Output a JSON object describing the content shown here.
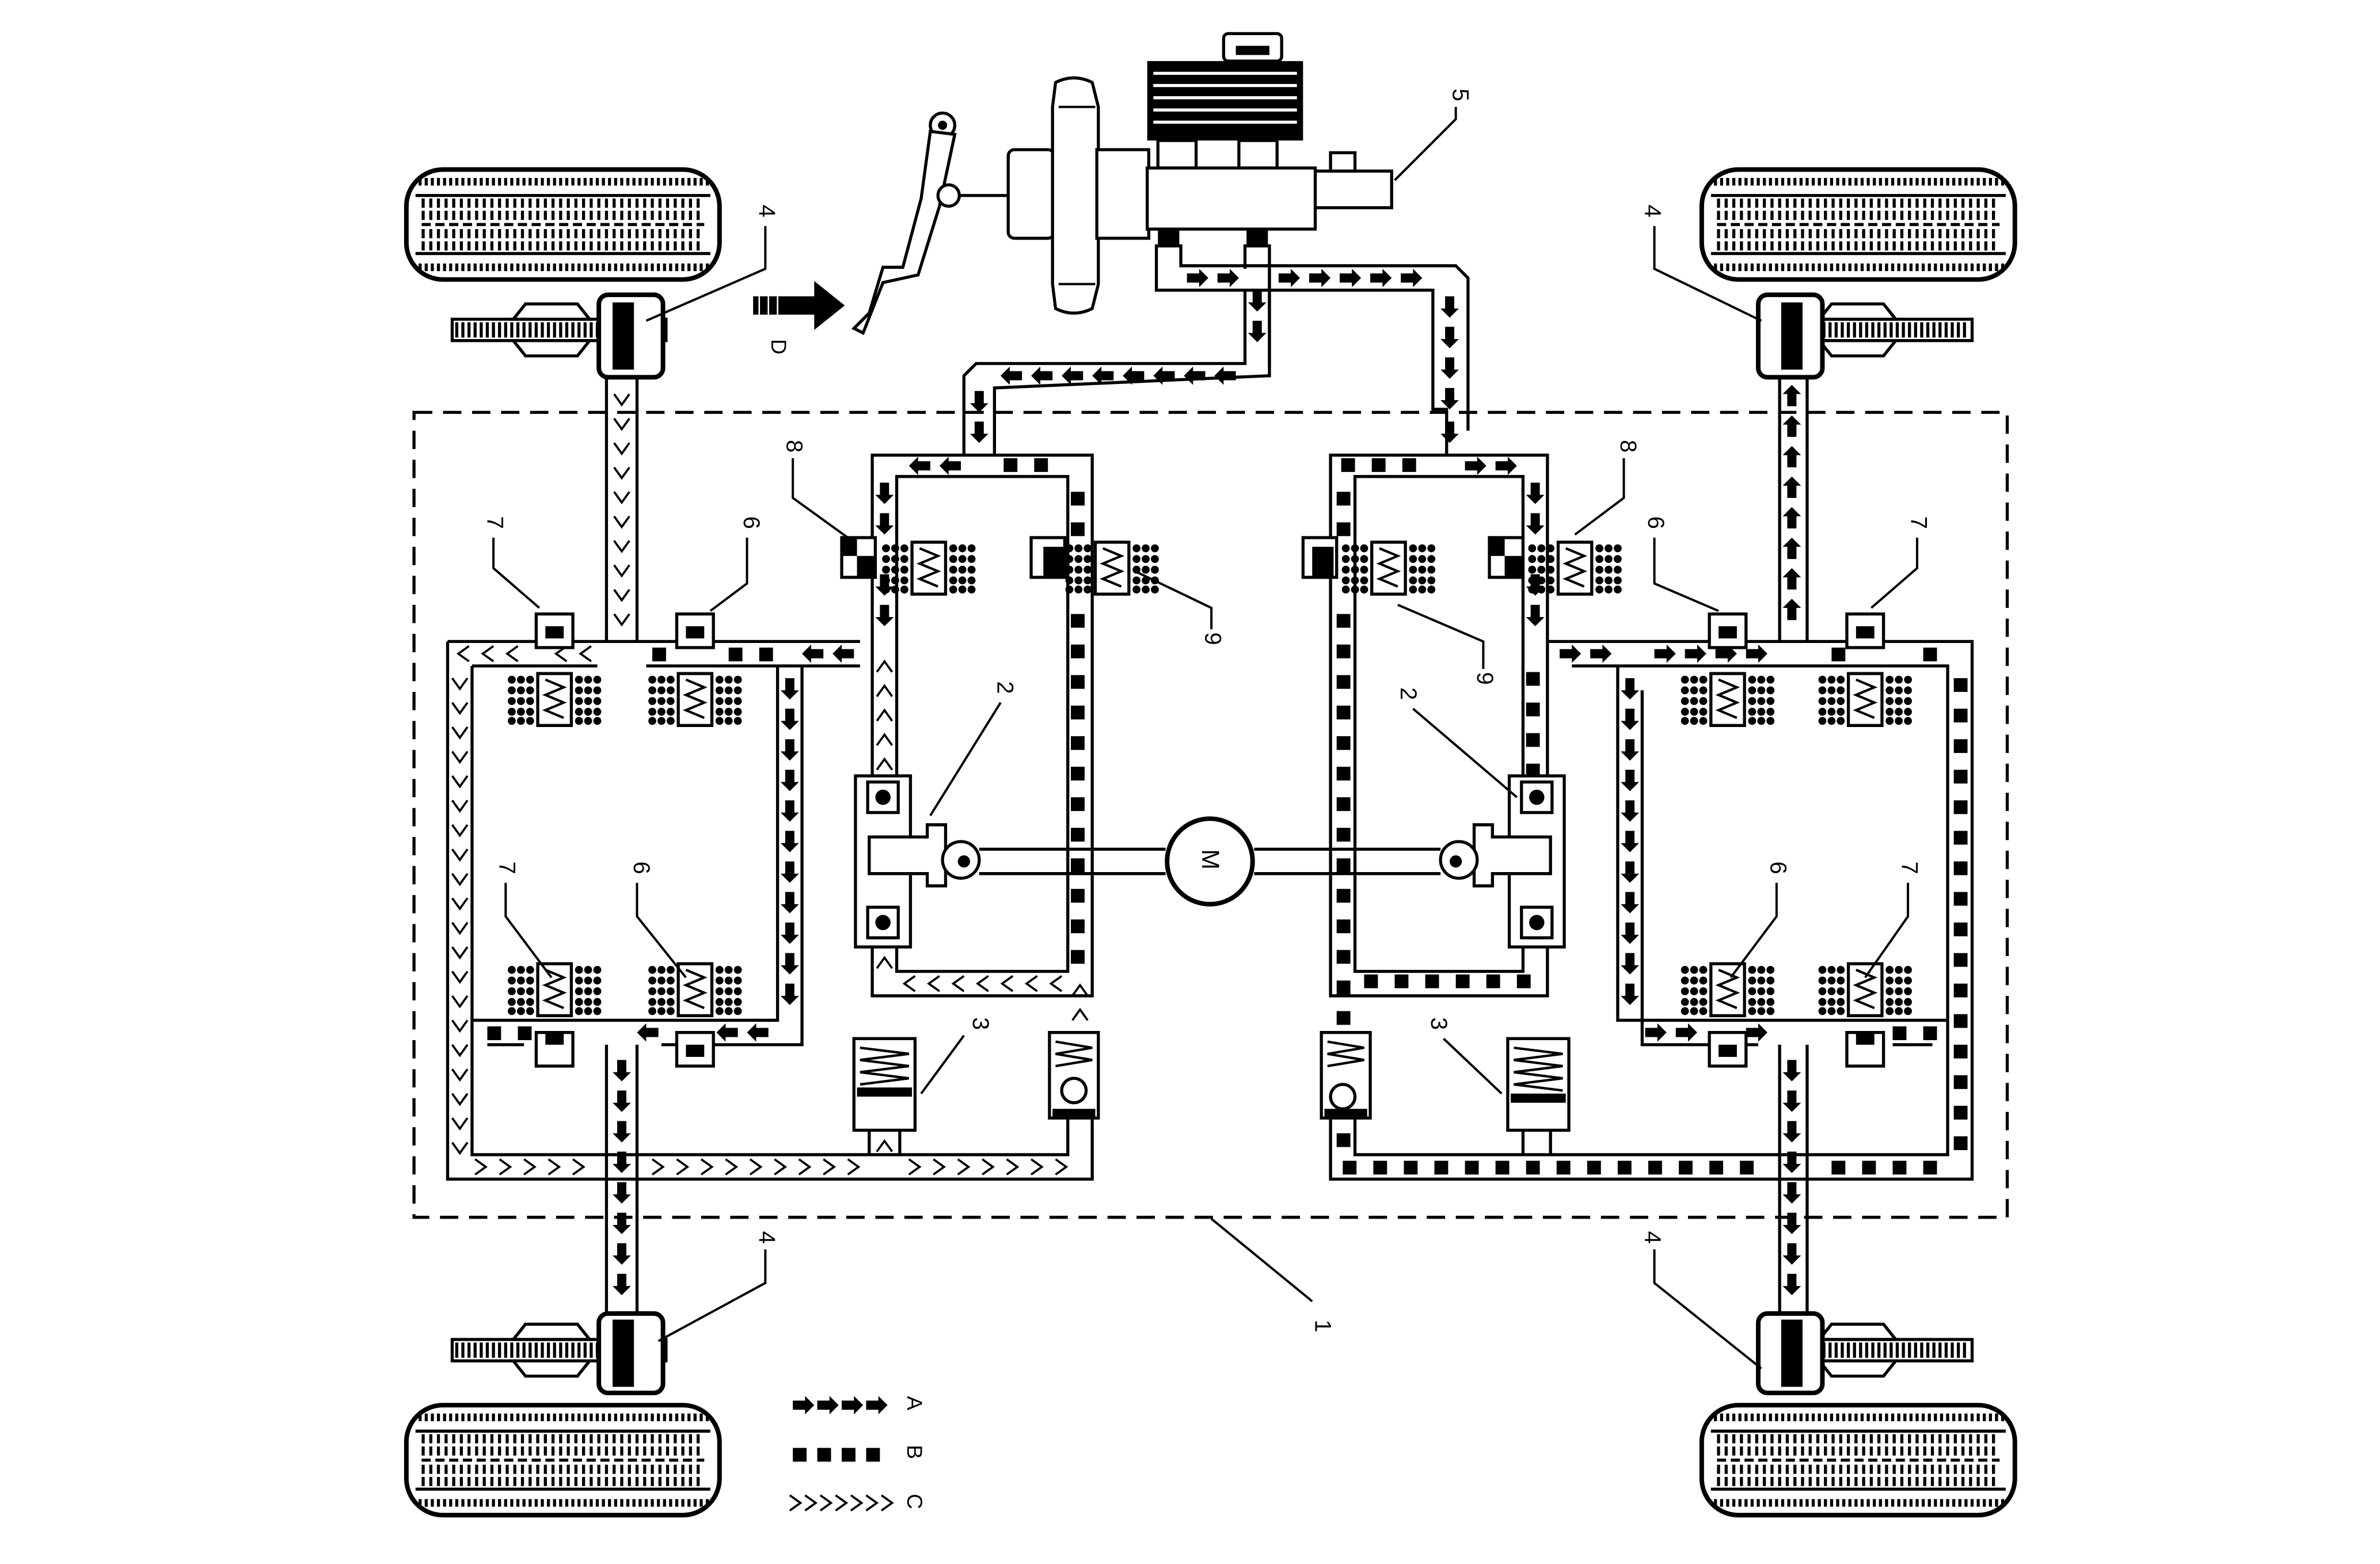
{
  "callouts": {
    "c1": "1",
    "c2_left": "2",
    "c2_right": "2",
    "c3_left": "3",
    "c3_right": "3",
    "c4_fl": "4",
    "c4_fr": "4",
    "c4_rl": "4",
    "c4_rr": "4",
    "c5": "5",
    "c6_ul": "6",
    "c6_ll": "6",
    "c6_ur": "6",
    "c6_lr": "6",
    "c7_ul": "7",
    "c7_ll": "7",
    "c7_ur": "7",
    "c7_lr": "7",
    "c8_left": "8",
    "c8_right": "8",
    "c9_left": "9",
    "c9_right": "9",
    "force_label": "D",
    "motor": "M"
  },
  "legend": {
    "a": "A",
    "b": "B",
    "c": "C"
  },
  "colors": {
    "line": "#000000",
    "background": "#ffffff"
  }
}
